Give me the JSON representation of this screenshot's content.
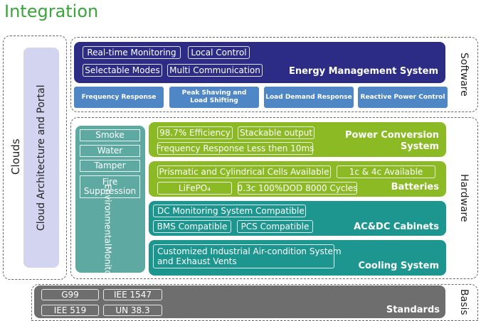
{
  "title": "Integration",
  "left": {
    "clouds": "Clouds",
    "cloud_portal": "Cloud Architecture and Portal"
  },
  "side_labels": {
    "software": "Software",
    "hardware": "Hardware",
    "basis": "Basis"
  },
  "ems": {
    "title": "Energy Management System",
    "tags": [
      "Real-time Monitoring",
      "Local Control",
      "Selectable Modes",
      "Multi Communication"
    ],
    "functions": [
      "Frequency Response",
      "Peak Shaving and Load Shifting",
      "Load Demand Response",
      "Reactive Power Control"
    ]
  },
  "env": {
    "items": [
      "Smoke",
      "Water",
      "Tamper",
      "Fire Suppression"
    ],
    "label_line1": "Environmental",
    "label_line2": "Monitoring"
  },
  "pcs": {
    "title_line1": "Power Conversion",
    "title_line2": "System",
    "tags": [
      "98.7% Efficiency",
      "Stackable output",
      "Frequency Response Less then 10ms"
    ]
  },
  "batteries": {
    "title": "Batteries",
    "tags": [
      "Prismatic and Cylindrical Cells Available",
      "1c & 4c Available",
      "LiFePO₄",
      "0.3c 100%DOD 8000 Cycles"
    ]
  },
  "cabinets": {
    "title": "AC&DC Cabinets",
    "tags": [
      "DC Monitoring System Compatible",
      "BMS Compatible",
      "PCS Compatible"
    ]
  },
  "cooling": {
    "title": "Cooling System",
    "tag_line1": "Customized Industrial Air-condition System",
    "tag_line2": "and Exhaust Vents"
  },
  "standards": {
    "title": "Standards",
    "tags": [
      "G99",
      "IEE 1547",
      "IEE 519",
      "UN 38.3"
    ]
  },
  "colors": {
    "title": "#3aa53a",
    "ems": "#2c2c86",
    "function": "#4f86c6",
    "env": "#5eaaa2",
    "green": "#8cba25",
    "teal": "#1c968f",
    "gray": "#6e6e6e",
    "cloud": "#d3d4ef"
  }
}
